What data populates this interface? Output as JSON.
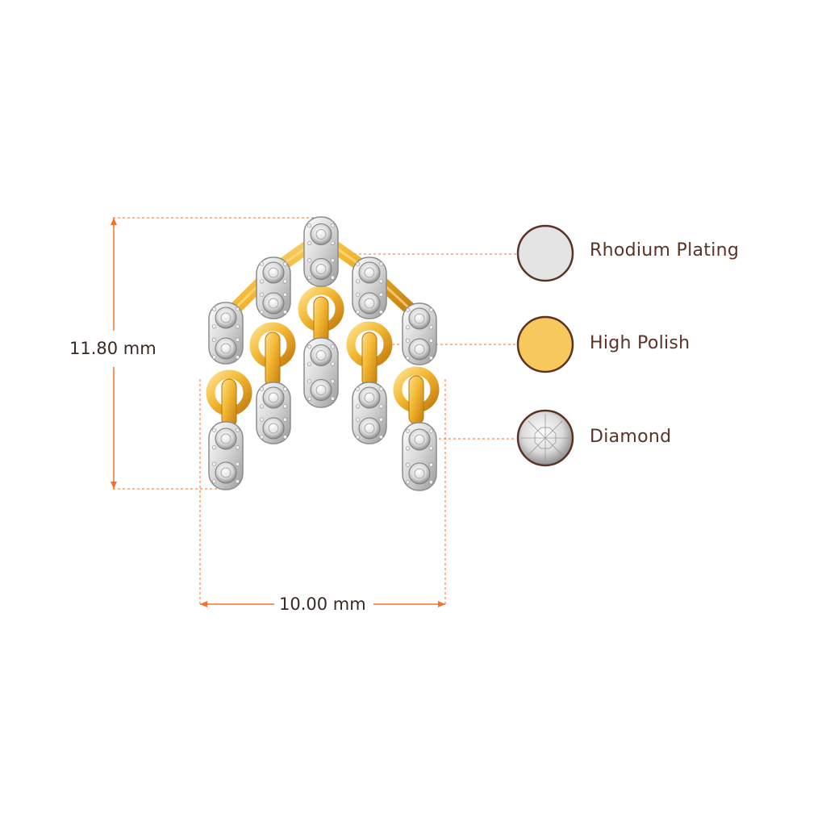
{
  "dimensions": {
    "height_label": "11.80 mm",
    "width_label": "10.00 mm"
  },
  "legend": [
    {
      "label": "Rhodium Plating",
      "swatch": "rhodium",
      "color": "#e4e4e4"
    },
    {
      "label": "High Polish",
      "swatch": "gold",
      "color": "#f7c95c"
    },
    {
      "label": "Diamond",
      "swatch": "diamond",
      "color": "#f2f2f2"
    }
  ],
  "colors": {
    "dimension_line": "#f2722b",
    "legend_border": "#5a3324",
    "label_text": "#5a3324",
    "gold": "#f2b631",
    "gold_dark": "#c88310",
    "silver": "#d8d8d8"
  }
}
